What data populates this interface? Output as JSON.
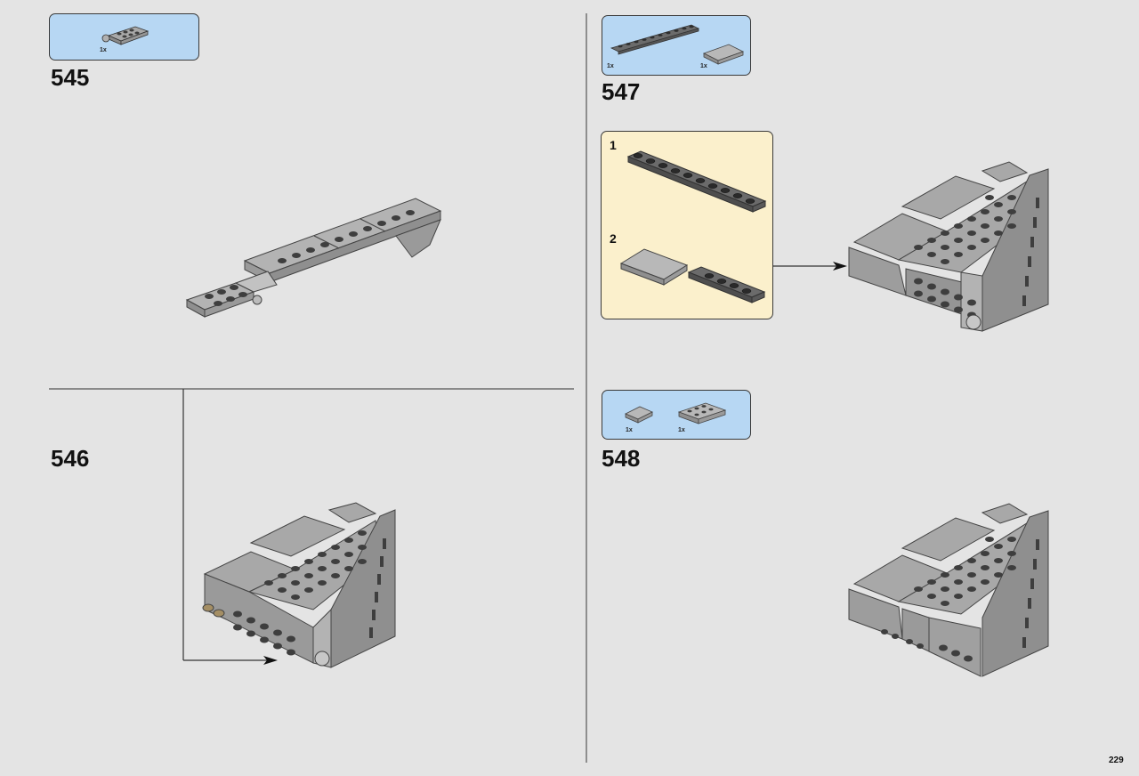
{
  "page": {
    "number": "229"
  },
  "steps": [
    {
      "number": "545",
      "parts": [
        {
          "qty": "1x",
          "part": "plate-2x3-with-clip"
        }
      ]
    },
    {
      "number": "546",
      "parts": []
    },
    {
      "number": "547",
      "parts": [
        {
          "qty": "1x",
          "part": "plate-1x10"
        },
        {
          "qty": "1x",
          "part": "tile-2x4"
        }
      ],
      "substeps": [
        {
          "number": "1"
        },
        {
          "number": "2"
        }
      ]
    },
    {
      "number": "548",
      "parts": [
        {
          "qty": "1x",
          "part": "tile-2x2"
        },
        {
          "qty": "1x",
          "part": "plate-2x4"
        }
      ]
    }
  ],
  "colors": {
    "page_bg": "#e4e4e4",
    "parts_box": "#b7d7f3",
    "callout_box": "#fbf0cc",
    "brick_gray": "#a8a8a8",
    "stud_dark": "#3e3e3e",
    "tan": "#c9b48a"
  }
}
